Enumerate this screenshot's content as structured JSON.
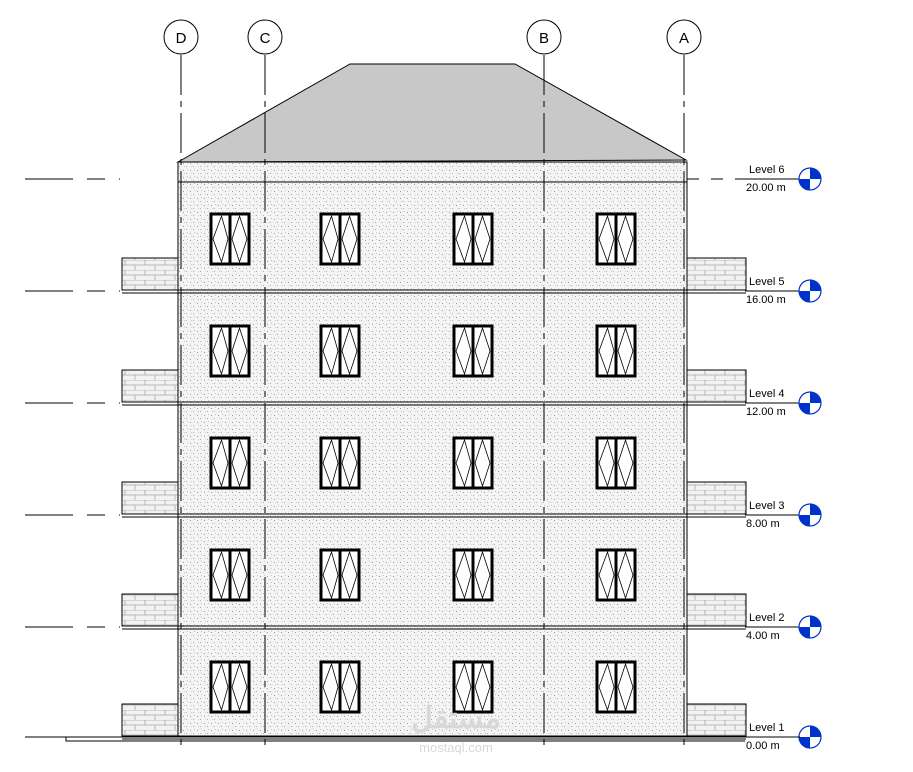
{
  "grids": [
    {
      "label": "D"
    },
    {
      "label": "C"
    },
    {
      "label": "B"
    },
    {
      "label": "A"
    }
  ],
  "levels": [
    {
      "name": "Level 6",
      "elevation": "20.00 m"
    },
    {
      "name": "Level 5",
      "elevation": "16.00 m"
    },
    {
      "name": "Level 4",
      "elevation": "12.00 m"
    },
    {
      "name": "Level 3",
      "elevation": "8.00 m"
    },
    {
      "name": "Level 2",
      "elevation": "4.00 m"
    },
    {
      "name": "Level 1",
      "elevation": "0.00 m"
    }
  ],
  "windows_per_floor": 4,
  "colors": {
    "roof": "#c8c8c8",
    "wall": "#f2f2f2",
    "level_marker": "#0033cc"
  },
  "watermark": {
    "arabic": "مستقل",
    "latin": "mostaql.com"
  }
}
